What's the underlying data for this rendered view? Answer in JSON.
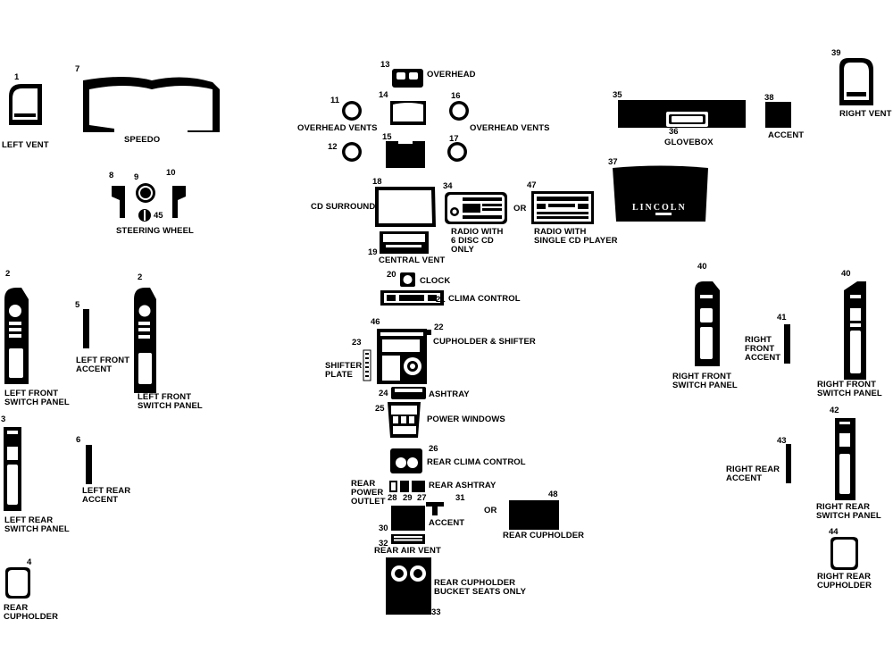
{
  "colors": {
    "part": "#000000",
    "background": "#ffffff",
    "accent_text": "#ffffff"
  },
  "parts": {
    "p1": {
      "num": "1",
      "label": "LEFT VENT"
    },
    "p7": {
      "num": "7",
      "label": "SPEEDO"
    },
    "p8": {
      "num": "8"
    },
    "p9": {
      "num": "9"
    },
    "p10": {
      "num": "10"
    },
    "p45": {
      "num": "45"
    },
    "steering": {
      "label": "STEERING WHEEL"
    },
    "p13": {
      "num": "13",
      "label": "OVERHEAD"
    },
    "p11": {
      "num": "11"
    },
    "p14": {
      "num": "14"
    },
    "p16": {
      "num": "16"
    },
    "overhead_vents_left": {
      "label": "OVERHEAD VENTS"
    },
    "overhead_vents_right": {
      "label": "OVERHEAD VENTS"
    },
    "p12": {
      "num": "12"
    },
    "p15": {
      "num": "15"
    },
    "p17": {
      "num": "17"
    },
    "p35": {
      "num": "35"
    },
    "p36": {
      "num": "36",
      "label": "GLOVEBOX"
    },
    "p38": {
      "num": "38",
      "label": "ACCENT"
    },
    "p39": {
      "num": "39",
      "label": "RIGHT VENT"
    },
    "p37": {
      "num": "37",
      "badge": "LINCOLN"
    },
    "p18": {
      "num": "18",
      "label": "CD SURROUND"
    },
    "p34": {
      "num": "34",
      "label": "RADIO WITH\n6 DISC CD\nONLY"
    },
    "or1": {
      "label": "OR"
    },
    "p47": {
      "num": "47",
      "label": "RADIO WITH\nSINGLE CD PLAYER"
    },
    "p19": {
      "num": "19",
      "label": "CENTRAL VENT"
    },
    "p20": {
      "num": "20",
      "label": "CLOCK"
    },
    "p21": {
      "num": "21",
      "label": "CLIMA CONTROL"
    },
    "p2a": {
      "num": "2",
      "label": "LEFT FRONT\nSWITCH PANEL"
    },
    "p5": {
      "num": "5",
      "label": "LEFT FRONT\nACCENT"
    },
    "p2b": {
      "num": "2",
      "label": "LEFT FRONT\nSWITCH PANEL"
    },
    "p46": {
      "num": "46"
    },
    "p22": {
      "num": "22",
      "label": "CUPHOLDER & SHIFTER"
    },
    "p23": {
      "num": "23",
      "label": "SHIFTER\nPLATE"
    },
    "p24": {
      "num": "24",
      "label": "ASHTRAY"
    },
    "p25": {
      "num": "25",
      "label": "POWER WINDOWS"
    },
    "p26": {
      "num": "26",
      "label": "REAR CLIMA CONTROL"
    },
    "rear_power": {
      "label": "REAR\nPOWER\nOUTLET"
    },
    "p28": {
      "num": "28"
    },
    "p29": {
      "num": "29"
    },
    "p27": {
      "num": "27",
      "label": "REAR ASHTRAY"
    },
    "p31": {
      "num": "31",
      "label": "ACCENT"
    },
    "or2": {
      "label": "OR"
    },
    "p48": {
      "num": "48",
      "label": "REAR CUPHOLDER"
    },
    "p30": {
      "num": "30"
    },
    "p32": {
      "num": "32",
      "label": "REAR AIR VENT"
    },
    "p33": {
      "num": "33",
      "label": "REAR CUPHOLDER\nBUCKET SEATS ONLY"
    },
    "p3": {
      "num": "3",
      "label": "LEFT REAR\nSWITCH PANEL"
    },
    "p6": {
      "num": "6",
      "label": "LEFT REAR\nACCENT"
    },
    "p4": {
      "num": "4",
      "label": "REAR\nCUPHOLDER"
    },
    "p40a": {
      "num": "40",
      "label": "RIGHT FRONT\nSWITCH PANEL"
    },
    "p41": {
      "num": "41",
      "label": "RIGHT\nFRONT\nACCENT"
    },
    "p40b": {
      "num": "40",
      "label": "RIGHT FRONT\nSWITCH PANEL"
    },
    "p42": {
      "num": "42",
      "label": "RIGHT REAR\nSWITCH PANEL"
    },
    "p43": {
      "num": "43",
      "label": "RIGHT REAR\nACCENT"
    },
    "p44": {
      "num": "44",
      "label": "RIGHT REAR\nCUPHOLDER"
    }
  }
}
